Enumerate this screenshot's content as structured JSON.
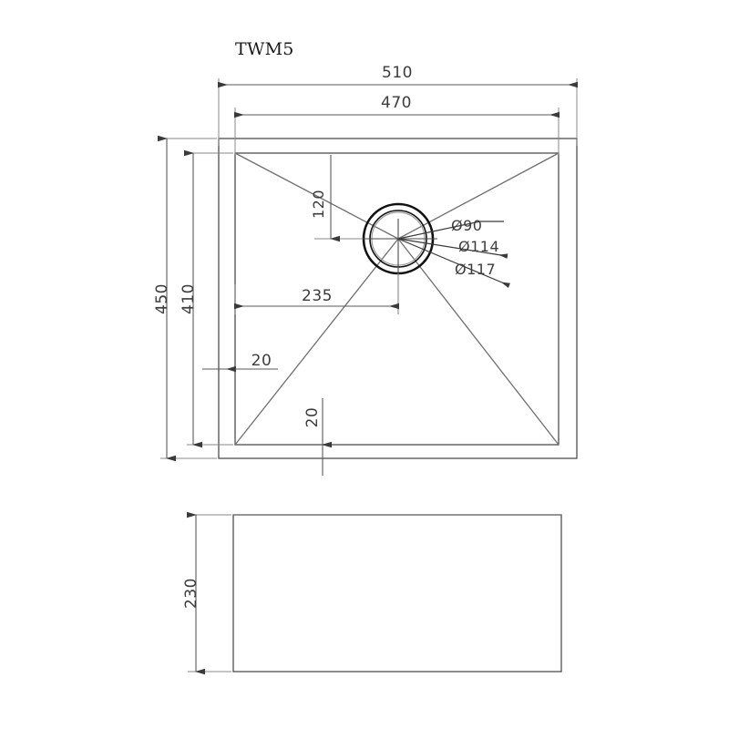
{
  "drawing": {
    "title": "TWM5",
    "line_color": "#5a5a5a",
    "text_color": "#3c3c3c",
    "accent_color": "#111111",
    "background": "#ffffff"
  },
  "plan_view": {
    "name": "top-plan-view",
    "dimensions": {
      "overall_width": "510",
      "bowl_width": "470",
      "overall_depth": "450",
      "bowl_depth": "410",
      "drain_from_top": "120",
      "drain_from_left": "235",
      "rim_left": "20",
      "rim_bottom": "20"
    },
    "drain": {
      "label_outer": "Ø117",
      "label_mid": "Ø114",
      "label_inner": "Ø90"
    }
  },
  "elevation_view": {
    "name": "side-elevation-view",
    "dimensions": {
      "height": "230"
    }
  }
}
